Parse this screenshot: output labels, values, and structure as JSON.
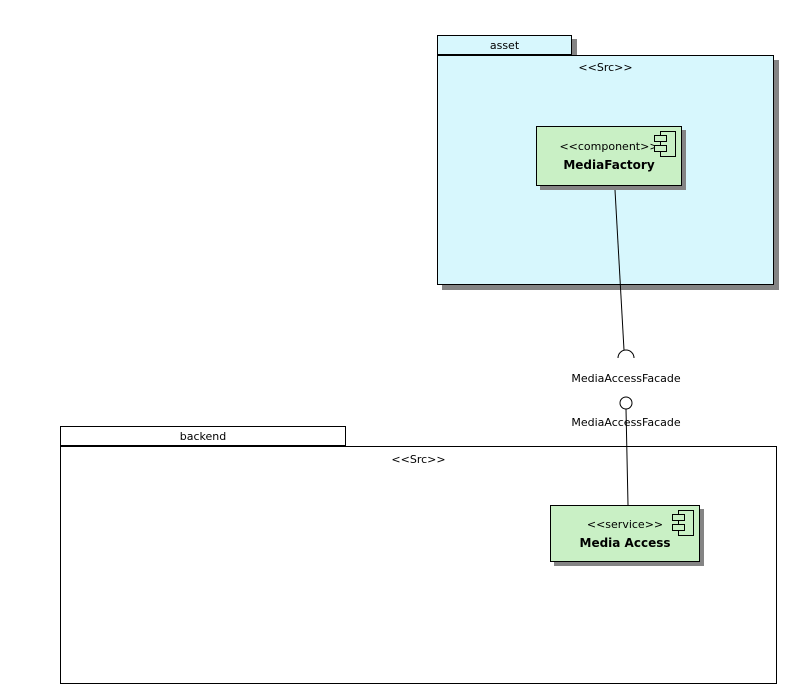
{
  "colors": {
    "package_fill": "#d7f7fd",
    "component_fill": "#c9f0c5",
    "shadow": "#848484",
    "border": "#000000"
  },
  "packages": [
    {
      "name": "asset",
      "stereotype": "<<Src>>"
    },
    {
      "name": "backend",
      "stereotype": "<<Src>>"
    }
  ],
  "components": [
    {
      "stereotype": "<<component>>",
      "name": "MediaFactory"
    },
    {
      "stereotype": "<<service>>",
      "name": "Media Access"
    }
  ],
  "connectors": {
    "required_label": "MediaAccessFacade",
    "provided_label": "MediaAccessFacade"
  }
}
